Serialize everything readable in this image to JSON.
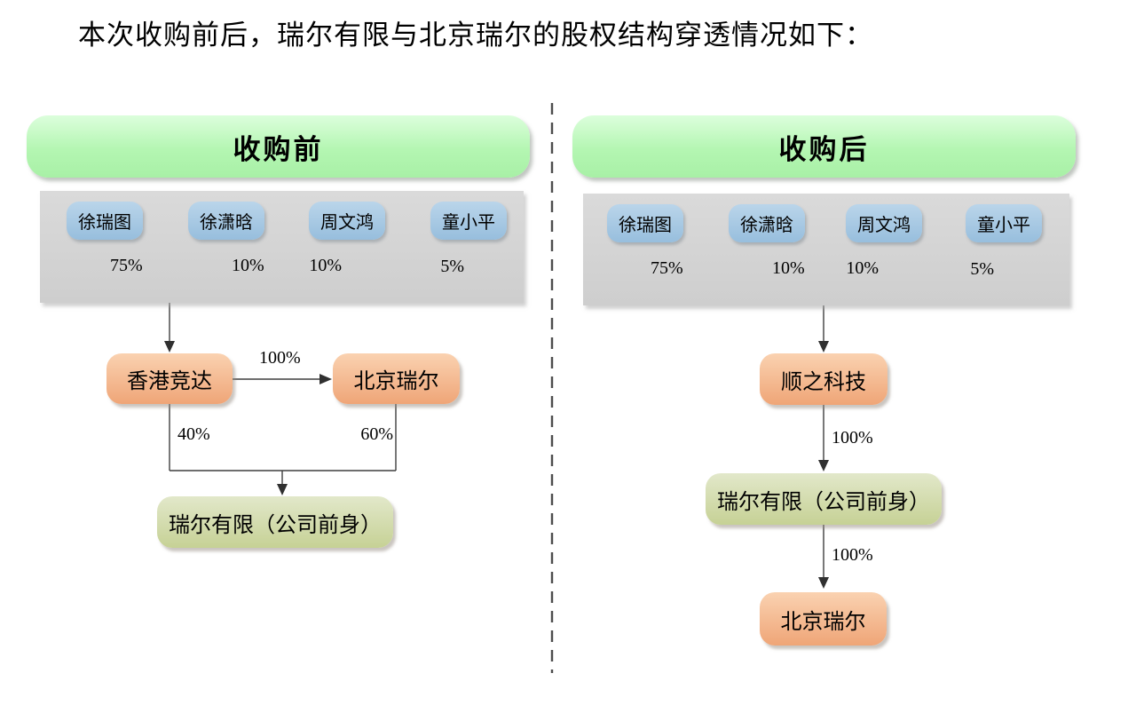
{
  "title": "本次收购前后，瑞尔有限与北京瑞尔的股权结构穿透情况如下：",
  "colors": {
    "header_green": "#b4f6b2",
    "panel_gray": "#d2d2d2",
    "shareholder_blue": "#a3c6e2",
    "company_orange": "#f5b183",
    "company_olive": "#ccd6a0",
    "line": "#3f3f3f"
  },
  "before": {
    "header": "收购前",
    "shareholders": [
      {
        "name": "徐瑞图",
        "pct": "75%"
      },
      {
        "name": "徐潇晗",
        "pct": "10%"
      },
      {
        "name": "周文鸿",
        "pct": "10%"
      },
      {
        "name": "童小平",
        "pct": "5%"
      }
    ],
    "hk_node": "香港竞达",
    "bj_node": "北京瑞尔",
    "target_node": "瑞尔有限（公司前身）",
    "hk_to_bj_pct": "100%",
    "hk_to_target_pct": "40%",
    "bj_to_target_pct": "60%"
  },
  "after": {
    "header": "收购后",
    "shareholders": [
      {
        "name": "徐瑞图",
        "pct": "75%"
      },
      {
        "name": "徐潇晗",
        "pct": "10%"
      },
      {
        "name": "周文鸿",
        "pct": "10%"
      },
      {
        "name": "童小平",
        "pct": "5%"
      }
    ],
    "holdco_node": "顺之科技",
    "target_node": "瑞尔有限（公司前身）",
    "bj_node": "北京瑞尔",
    "holdco_to_target_pct": "100%",
    "target_to_bj_pct": "100%"
  }
}
